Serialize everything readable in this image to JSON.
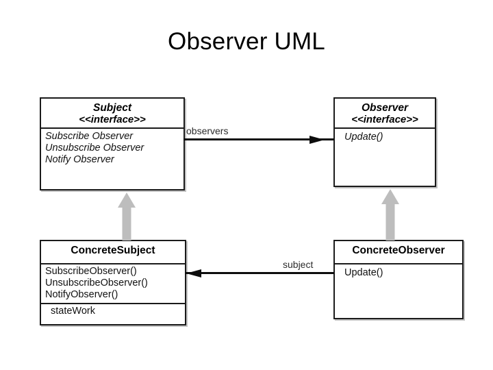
{
  "slide": {
    "title": "Observer UML",
    "background_color": "#ffffff"
  },
  "diagram": {
    "type": "uml-class-diagram",
    "pattern": "Observer",
    "line_color": "#1a1a1a",
    "generalization_arrow_color": "#bdbdbd",
    "association_color": "#0d0d0d",
    "classes": [
      {
        "id": "subject",
        "name": "Subject",
        "stereotype": "<<interface>>",
        "abstract": true,
        "operations": [
          "Subscribe Observer",
          "Unsubscribe Observer",
          "Notify Observer"
        ],
        "attributes": []
      },
      {
        "id": "observer",
        "name": "Observer",
        "stereotype": "<<interface>>",
        "abstract": true,
        "operations": [
          "Update()"
        ],
        "attributes": []
      },
      {
        "id": "concretesubject",
        "name": "ConcreteSubject",
        "stereotype": "",
        "abstract": false,
        "operations": [
          "SubscribeObserver()",
          "UnsubscribeObserver()",
          "NotifyObserver()"
        ],
        "attributes": [
          "stateWork"
        ]
      },
      {
        "id": "concreteobserver",
        "name": "ConcreteObserver",
        "stereotype": "",
        "abstract": false,
        "operations": [
          "Update()"
        ],
        "attributes": []
      }
    ],
    "relationships": [
      {
        "id": "observers",
        "kind": "association",
        "label": "observers",
        "from": "Subject",
        "to": "Observer",
        "direction": "right"
      },
      {
        "id": "subject",
        "kind": "association",
        "label": "subject",
        "from": "ConcreteObserver",
        "to": "ConcreteSubject",
        "direction": "left"
      },
      {
        "id": "gen-subject",
        "kind": "generalization",
        "label": "",
        "from": "ConcreteSubject",
        "to": "Subject",
        "direction": "up"
      },
      {
        "id": "gen-observer",
        "kind": "generalization",
        "label": "",
        "from": "ConcreteObserver",
        "to": "Observer",
        "direction": "up"
      }
    ]
  }
}
